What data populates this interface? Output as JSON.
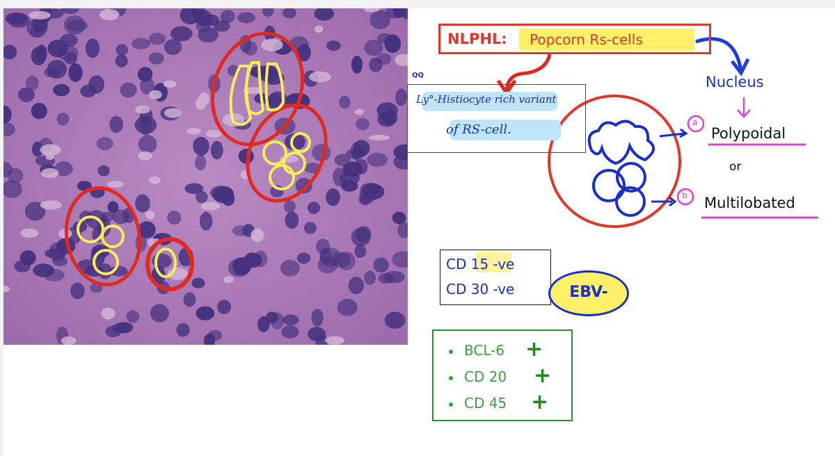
{
  "title": {
    "prefix": "NLPHL:",
    "main": "Popcorn Rs-cells"
  },
  "note": {
    "marker": "QQ",
    "line1": "Ly°-Histiocyte rich variant",
    "line2": "of RS-cell."
  },
  "nucleus": {
    "label": "Nucleus",
    "option_a_marker": "a",
    "option_a": "Polypoidal",
    "connector": "or",
    "option_b_marker": "b",
    "option_b": "Multilobated"
  },
  "markers": {
    "negative": [
      "CD 15 -ve",
      "CD 30 -ve"
    ],
    "ebv": "EBV-"
  },
  "positive": {
    "items": [
      "BCL-6",
      "CD 20",
      "CD 45"
    ],
    "sign": "+"
  },
  "colors": {
    "red": "#d93a2b",
    "blue": "#1a2fc7",
    "green": "#2e8b2e",
    "highlight": "#fff06a",
    "magenta": "#e040d0"
  }
}
